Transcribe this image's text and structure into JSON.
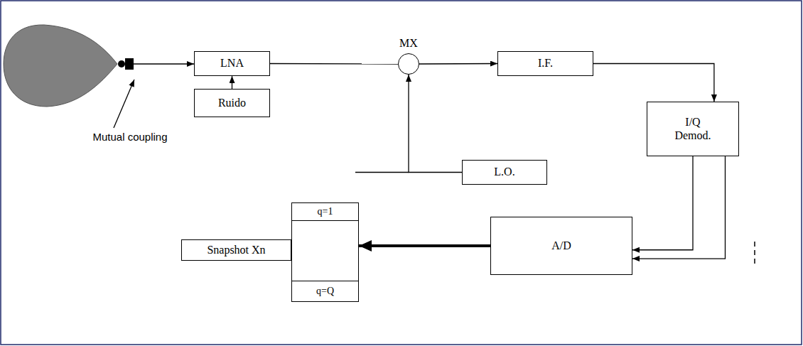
{
  "diagram": {
    "nodes": [
      {
        "text": [
          "LNA"
        ]
      },
      {
        "text": [
          "Ruido"
        ]
      },
      {
        "text": [
          "MX"
        ]
      },
      {
        "text": [
          "I.F."
        ]
      },
      {
        "text": [
          "L.O."
        ]
      },
      {
        "text": [
          "I/Q Demod."
        ]
      },
      {
        "text": [
          "Snapshot Xn"
        ]
      },
      {
        "text": [
          "q=1",
          "q=Q"
        ]
      },
      {
        "text": [
          "A/D"
        ]
      }
    ],
    "edges": [
      {
        "from": 0,
        "to": 2,
        "arrow": "none"
      },
      {
        "from": 1,
        "to": 0,
        "arrow": "to"
      },
      {
        "from": 2,
        "to": 3,
        "arrow": "to"
      },
      {
        "from": 4,
        "to": 2,
        "arrow": "to"
      },
      {
        "from": 3,
        "to": 5,
        "arrow": "to"
      },
      {
        "from": 5,
        "to": 8,
        "arrow": "to"
      },
      {
        "from": 5,
        "to": 8,
        "arrow": "to"
      },
      {
        "from": 8,
        "to": 7,
        "arrow": "to"
      }
    ],
    "labels": [
      "Mutual coupling"
    ]
  }
}
